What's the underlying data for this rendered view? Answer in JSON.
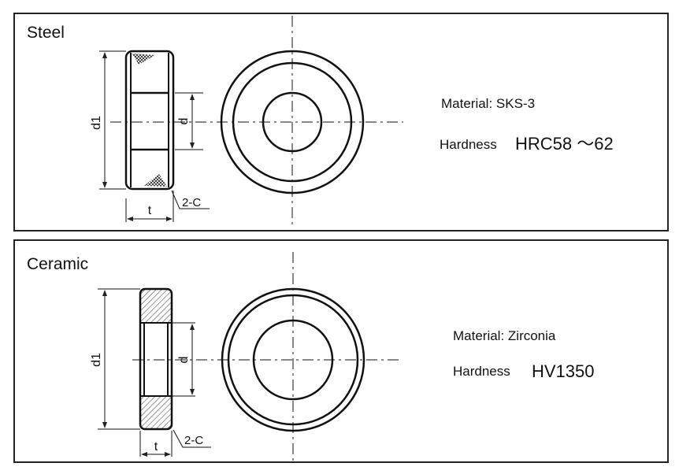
{
  "panels": [
    {
      "title": "Steel",
      "material_label": "Material: SKS-3",
      "hardness_label": "Hardness",
      "hardness_value": "HRC58 ～62",
      "dims": {
        "d1": "d1",
        "d": "d",
        "t": "t",
        "chamfer": "2-C"
      }
    },
    {
      "title": "Ceramic",
      "material_label": "Material: Zirconia",
      "hardness_label": "Hardness",
      "hardness_value": "HV1350",
      "dims": {
        "d1": "d1",
        "d": "d",
        "t": "t",
        "chamfer": "2-C"
      }
    }
  ]
}
